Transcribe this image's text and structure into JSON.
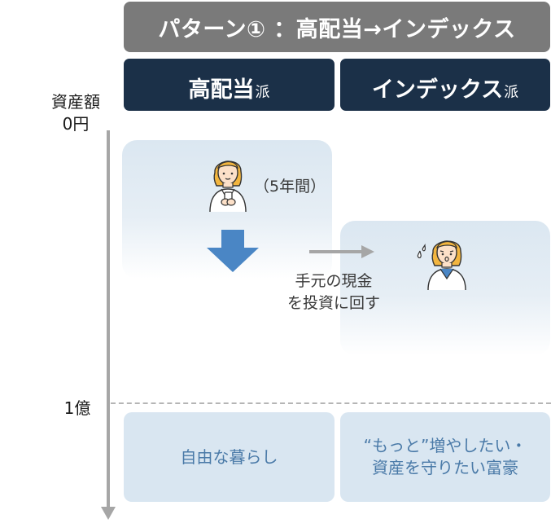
{
  "header": {
    "title": "パターン① ：高配当→インデックス"
  },
  "columns": [
    {
      "main": "高配当",
      "suffix": "派"
    },
    {
      "main": "インデックス",
      "suffix": "派"
    }
  ],
  "axis": {
    "title_line1": "資産額",
    "title_line2": "0円",
    "mark_1oku": "1億"
  },
  "left_panel": {
    "period": "（5年間）"
  },
  "transition": {
    "line1": "手元の現金",
    "line2": "を投資に回す"
  },
  "boxes": {
    "left": "自由な暮らし",
    "right_line1": "“もっと”増やしたい・",
    "right_line2": "資産を守りたい富豪"
  },
  "colors": {
    "header_gray": "#7a7a7a",
    "navy": "#1b3048",
    "arrow_blue": "#4a86c5",
    "box_fill": "#d9e6f1",
    "box_text": "#4a7aa8",
    "skin": "#fce0c8",
    "hair": "#f2b53f"
  },
  "icons": {
    "down_arrow": "down-arrow-icon",
    "right_arrow": "right-arrow-icon",
    "person_calm": "person-with-phone-icon",
    "person_worried": "person-sweating-icon"
  }
}
